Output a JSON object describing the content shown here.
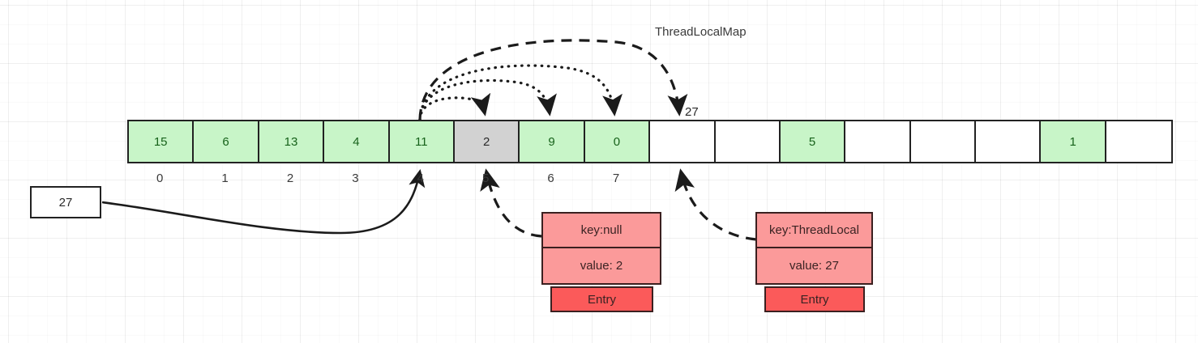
{
  "diagram": {
    "title": "ThreadLocalMap",
    "arc_head_label": "27",
    "source_box": {
      "label": "27"
    }
  },
  "array": {
    "cells": [
      {
        "value": "15",
        "state": "green"
      },
      {
        "value": "6",
        "state": "green"
      },
      {
        "value": "13",
        "state": "green"
      },
      {
        "value": "4",
        "state": "green"
      },
      {
        "value": "11",
        "state": "green"
      },
      {
        "value": "2",
        "state": "gray"
      },
      {
        "value": "9",
        "state": "green"
      },
      {
        "value": "0",
        "state": "green"
      },
      {
        "value": "",
        "state": "empty"
      },
      {
        "value": "",
        "state": "empty"
      },
      {
        "value": "5",
        "state": "green"
      },
      {
        "value": "",
        "state": "empty"
      },
      {
        "value": "",
        "state": "empty"
      },
      {
        "value": "",
        "state": "empty"
      },
      {
        "value": "1",
        "state": "green"
      },
      {
        "value": "",
        "state": "empty"
      }
    ],
    "index_labels": [
      "0",
      "1",
      "2",
      "3",
      "4",
      "5",
      "6",
      "7"
    ]
  },
  "entries": [
    {
      "key_label": "key:null",
      "value_label": "value: 2",
      "tag_label": "Entry"
    },
    {
      "key_label": "key:ThreadLocal",
      "value_label": "value: 27",
      "tag_label": "Entry"
    }
  ],
  "colors": {
    "cell_green": "#c8f5c8",
    "cell_gray": "#d2d2d2",
    "entry_fill": "#fb9a9a",
    "entry_tag_fill": "#fb5a5a",
    "stroke": "#222222"
  }
}
